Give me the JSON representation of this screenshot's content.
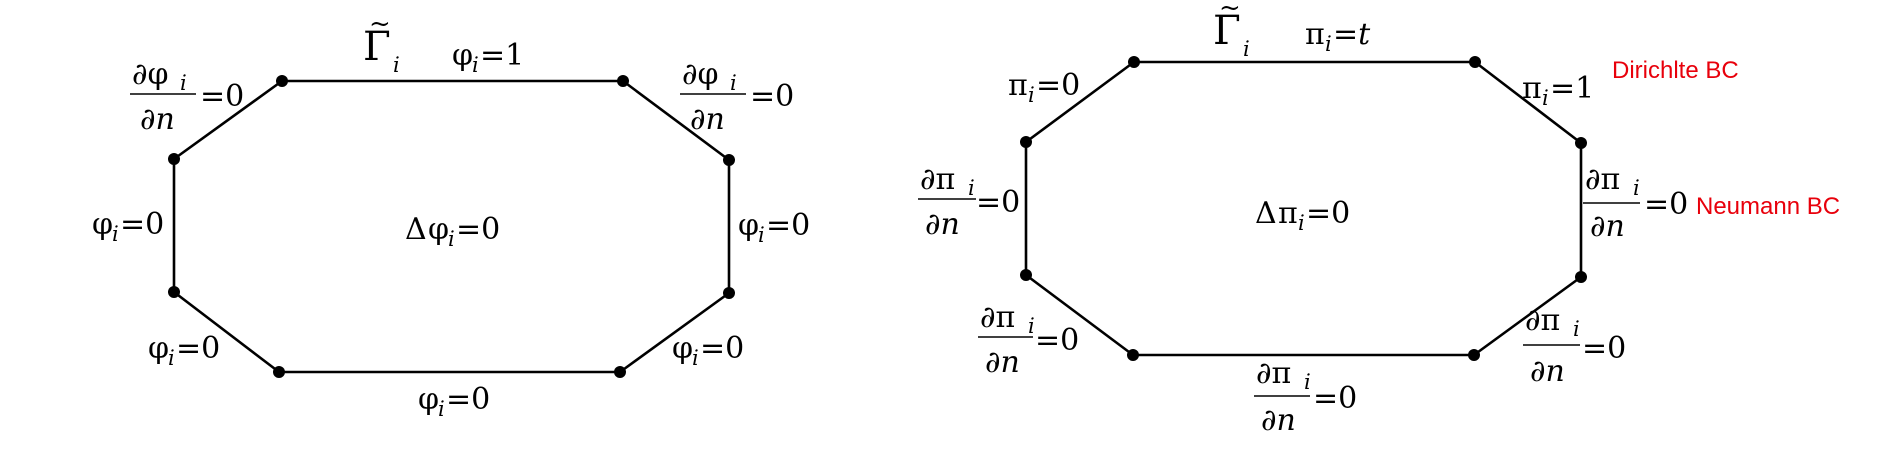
{
  "colors": {
    "stroke": "#000000",
    "bc_label": "#e8000b"
  },
  "left": {
    "boundary_symbol": "Γ",
    "boundary_sub": "i",
    "laplace": {
      "op": "Δ",
      "var": "φ",
      "sub": "i",
      "rhs": "=0"
    },
    "dirichlet_labels": [
      {
        "var": "φ",
        "sub": "i",
        "rhs": "=1"
      },
      {
        "var": "φ",
        "sub": "i",
        "rhs": "=0"
      },
      {
        "var": "φ",
        "sub": "i",
        "rhs": "=0"
      },
      {
        "var": "φ",
        "sub": "i",
        "rhs": "=0"
      },
      {
        "var": "φ",
        "sub": "i",
        "rhs": "=0"
      },
      {
        "var": "φ",
        "sub": "i",
        "rhs": "=0"
      }
    ],
    "neumann_labels": [
      {
        "num": "∂φ",
        "sub": "i",
        "den": "∂n",
        "rhs": "=0"
      },
      {
        "num": "∂φ",
        "sub": "i",
        "den": "∂n",
        "rhs": "=0"
      }
    ]
  },
  "right": {
    "boundary_symbol": "Γ",
    "boundary_sub": "i",
    "laplace": {
      "op": "Δ",
      "var": "π",
      "sub": "i",
      "rhs": "=0"
    },
    "dirichlet_labels": [
      {
        "var": "π",
        "sub": "i",
        "rhs": "=t"
      },
      {
        "var": "π",
        "sub": "i",
        "rhs": "=0"
      },
      {
        "var": "π",
        "sub": "i",
        "rhs": "=1"
      }
    ],
    "neumann_labels": [
      {
        "num": "∂π",
        "sub": "i",
        "den": "∂n",
        "rhs": "=0"
      },
      {
        "num": "∂π",
        "sub": "i",
        "den": "∂n",
        "rhs": "=0"
      },
      {
        "num": "∂π",
        "sub": "i",
        "den": "∂n",
        "rhs": "=0"
      },
      {
        "num": "∂π",
        "sub": "i",
        "den": "∂n",
        "rhs": "=0"
      },
      {
        "num": "∂π",
        "sub": "i",
        "den": "∂n",
        "rhs": "=0"
      }
    ]
  },
  "legend": {
    "dirichlet": "Dirichlte BC",
    "neumann": "Neumann BC"
  }
}
